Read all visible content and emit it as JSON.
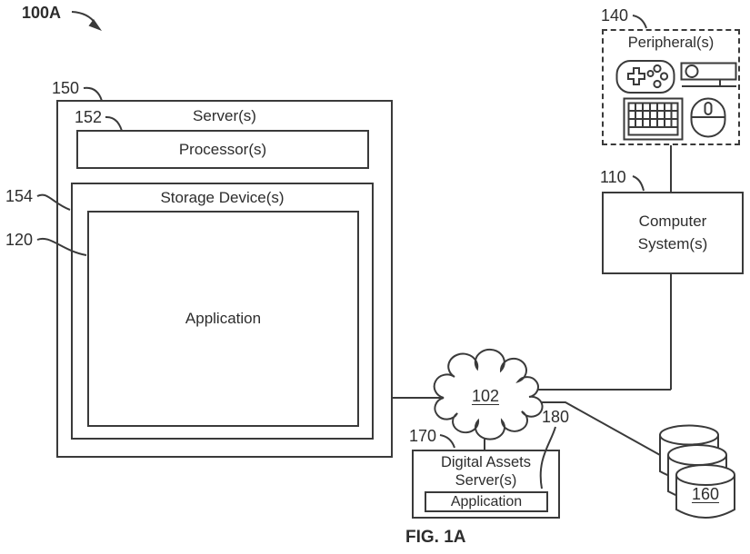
{
  "figure": {
    "ref": "100A",
    "caption": "FIG. 1A"
  },
  "colors": {
    "line": "#3a3a3a",
    "text": "#2d2d2d",
    "background": "#ffffff"
  },
  "nodes": {
    "server": {
      "ref": "150",
      "label": "Server(s)"
    },
    "processor": {
      "ref": "152",
      "label": "Processor(s)"
    },
    "storage": {
      "ref": "154",
      "label": "Storage Device(s)"
    },
    "application": {
      "ref": "120",
      "label": "Application"
    },
    "peripherals": {
      "ref": "140",
      "label": "Peripheral(s)",
      "icons": [
        "gamepad-icon",
        "sensor-bar-icon",
        "keyboard-icon",
        "mouse-icon"
      ]
    },
    "computer_system": {
      "ref": "110",
      "label": "Computer System(s)"
    },
    "network_cloud": {
      "ref": "102"
    },
    "digital_assets_server": {
      "ref": "170",
      "label": "Digital Assets Server(s)"
    },
    "digital_assets_application": {
      "ref": "180",
      "label": "Application"
    },
    "databases": {
      "ref": "160"
    }
  }
}
